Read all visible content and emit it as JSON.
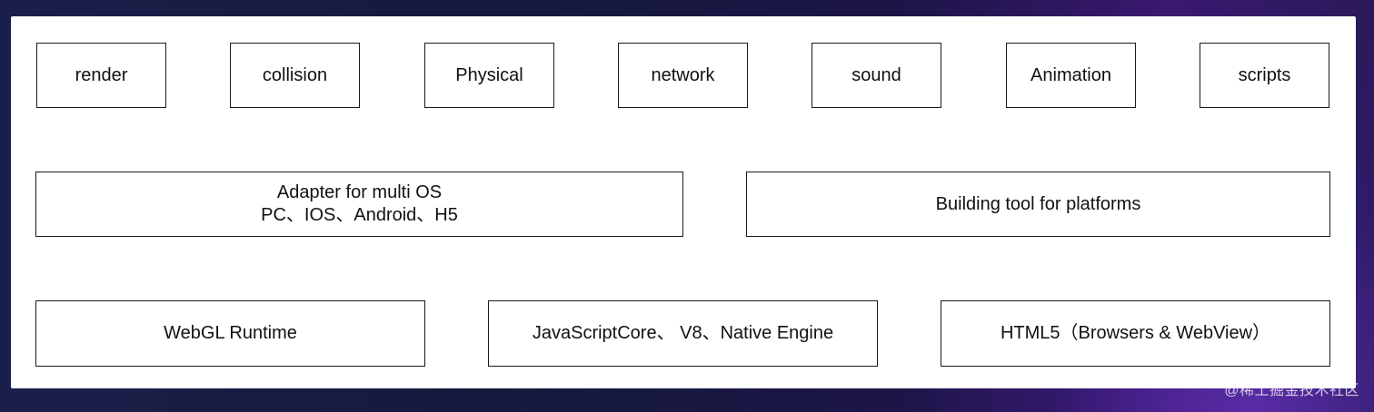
{
  "diagram": {
    "row1": [
      {
        "label": "render"
      },
      {
        "label": "collision"
      },
      {
        "label": "Physical"
      },
      {
        "label": "network"
      },
      {
        "label": "sound"
      },
      {
        "label": "Animation"
      },
      {
        "label": "scripts"
      }
    ],
    "row2": [
      {
        "line1": "Adapter for multi OS",
        "line2": "PC、IOS、Android、H5"
      },
      {
        "label": "Building tool for platforms"
      }
    ],
    "row3": [
      {
        "label": "WebGL Runtime"
      },
      {
        "label": "JavaScriptCore、 V8、Native Engine"
      },
      {
        "label": "HTML5（Browsers & WebView）"
      }
    ]
  },
  "watermark": "@稀土掘金技术社区"
}
